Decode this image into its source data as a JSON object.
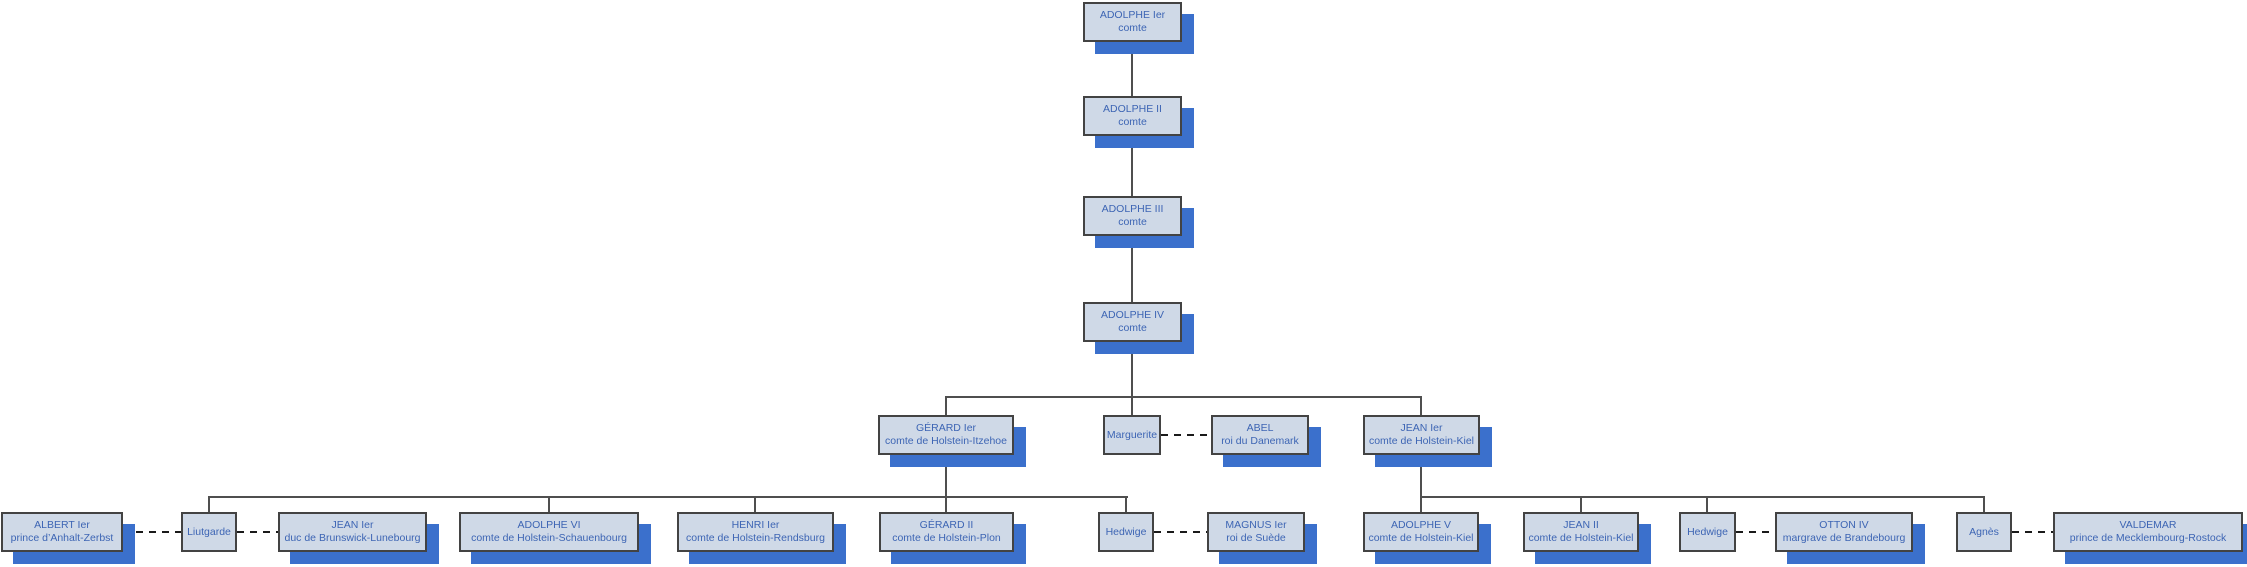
{
  "diagram": {
    "type": "family-tree",
    "colors": {
      "box_fill": "#cfd9e7",
      "box_border": "#434343",
      "box_shadow": "#3b70cc",
      "text": "#3d65b4",
      "line": "#4f4f4f",
      "dash": "#1a1a1a",
      "background": "#ffffff"
    },
    "nodes": {
      "adolphe1": {
        "name": "ADOLPHE Ier",
        "title": "comte"
      },
      "adolphe2": {
        "name": "ADOLPHE II",
        "title": "comte"
      },
      "adolphe3": {
        "name": "ADOLPHE III",
        "title": "comte"
      },
      "adolphe4": {
        "name": "ADOLPHE IV",
        "title": "comte"
      },
      "gerard1": {
        "name": "GÉRARD Ier",
        "title": "comte de Holstein-Itzehoe"
      },
      "marguerite": {
        "name": "Marguerite"
      },
      "abel": {
        "name": "ABEL",
        "title": "roi du Danemark"
      },
      "jean1kiel": {
        "name": "JEAN Ier",
        "title": "comte de Holstein-Kiel"
      },
      "albert1": {
        "name": "ALBERT Ier",
        "title": "prince d’Anhalt-Zerbst"
      },
      "liutgarde": {
        "name": "Liutgarde"
      },
      "jean1brunswick": {
        "name": "JEAN Ier",
        "title": "duc de Brunswick-Lunebourg"
      },
      "adolphe6": {
        "name": "ADOLPHE VI",
        "title": "comte de Holstein-Schauenbourg"
      },
      "henri1": {
        "name": "HENRI Ier",
        "title": "comte de Holstein-Rendsburg"
      },
      "gerard2": {
        "name": "GÉRARD II",
        "title": "comte de Holstein-Plon"
      },
      "hedwige1": {
        "name": "Hedwige"
      },
      "magnus1": {
        "name": "MAGNUS Ier",
        "title": "roi de Suède"
      },
      "adolphe5": {
        "name": "ADOLPHE V",
        "title": "comte de Holstein-Kiel"
      },
      "jean2": {
        "name": "JEAN II",
        "title": "comte de Holstein-Kiel"
      },
      "hedwige2": {
        "name": "Hedwige"
      },
      "otton4": {
        "name": "OTTON IV",
        "title": "margrave de Brandebourg"
      },
      "agnes": {
        "name": "Agnès"
      },
      "valdemar": {
        "name": "VALDEMAR",
        "title": "prince de Mecklembourg-Rostock"
      }
    }
  }
}
